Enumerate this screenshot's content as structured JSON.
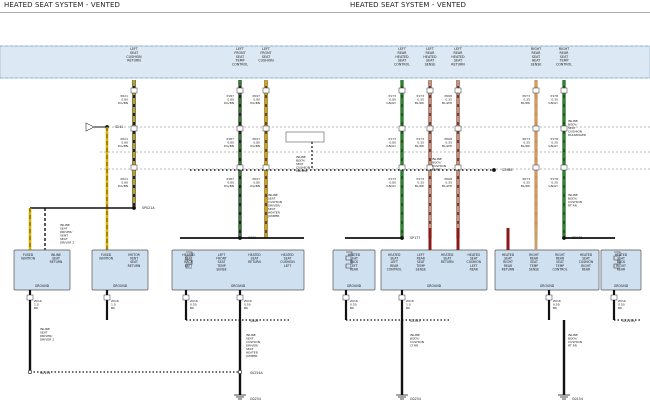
{
  "title_left": "HEATED SEAT SYSTEM - VENTED",
  "title_right": "HEATED SEAT SYSTEM - VENTED",
  "colors": {
    "header_bg": "#dce8f4",
    "wire_black": "#111111",
    "wire_green": "#2a8a2a",
    "wire_yellow": "#d8b100",
    "wire_tan": "#c9a070",
    "wire_red": "#8a1a1a",
    "module_fill": "#cfe0f0",
    "module_stroke": "#555555"
  },
  "top_labels": [
    {
      "id": "lf-seat-cushion-return",
      "text": "LEFT\nSEAT\nCUSHION\nRETURN"
    },
    {
      "id": "lf-seat-temp-control",
      "text": "LEFT\nFRONT\nSEAT\nTEMP\nCONTROL"
    },
    {
      "id": "lf-seat-cushion",
      "text": "LEFT\nFRONT\nSEAT\nCUSHION"
    },
    {
      "id": "lr-seat-temp-control",
      "text": "LEFT\nREAR\nHEATED\nSEAT\nCONTROL"
    },
    {
      "id": "lr-seat-sense",
      "text": "LEFT\nREAR\nHEATED\nSEAT\nSENSE"
    },
    {
      "id": "lr-seat-return",
      "text": "LEFT\nREAR\nHEATED\nSEAT\nRETURN"
    },
    {
      "id": "rr-seat-sense",
      "text": "RIGHT\nREAR\nSEAT\nHEAT\nSENSE"
    },
    {
      "id": "rr-seat-control",
      "text": "RIGHT\nREAR\nSEAT\nTEMP\nCONTROL"
    }
  ],
  "wire_codes": [
    {
      "id": "c1",
      "text": "P021\n0.80\nDG/BN"
    },
    {
      "id": "c2",
      "text": "P187\n0.80\nDG/BN"
    },
    {
      "id": "c3",
      "text": "P097\n0.80\nOG/BN"
    },
    {
      "id": "c4",
      "text": "P173\n0.80\nGN/GY"
    },
    {
      "id": "c5",
      "text": "P173\n0.35\nBL/RD"
    },
    {
      "id": "c6",
      "text": "P068\n0.35\nBL/WH"
    },
    {
      "id": "c7",
      "text": "P073\n0.35\nBL/RD"
    },
    {
      "id": "c8",
      "text": "P178\n0.35\nGN/GY"
    }
  ],
  "splices": [
    {
      "id": "s241",
      "text": "S241"
    },
    {
      "id": "sp021a",
      "text": "SP021A"
    },
    {
      "id": "s021",
      "text": "S021"
    },
    {
      "id": "s2988",
      "text": "S2988"
    },
    {
      "id": "sp177",
      "text": "SP177"
    },
    {
      "id": "sp178",
      "text": "SP178"
    }
  ],
  "inline_notes": [
    {
      "id": "n1",
      "text": "INLINE\nBODY/\nSEAT\nCUSHION\nDRIVER"
    },
    {
      "id": "n2",
      "text": "INLINE\nSEAT\nCUSHION\nDRIVER/\nSEAT\nHEATER\nJUMPER"
    },
    {
      "id": "n3",
      "text": "INLINE\nBODY/\nCUSHION\nLT RR"
    },
    {
      "id": "n4",
      "text": "INLINE\nBODY/\nCUSHION\nRT RR"
    },
    {
      "id": "n5",
      "text": "INLINE\nBODY/\nSEAT\nCUSHION\nPASSENGER"
    },
    {
      "id": "n6",
      "text": "INLINE\nSEAT\nDRIVER/\nVENT\nSEAT\nDRIVER 2"
    },
    {
      "id": "n7",
      "text": "INLINE\nSEAT\nDRIVER/\nDRIVER 2"
    },
    {
      "id": "n8",
      "text": "INLINE\nSEAT\nCUSHION\nDRIVER/\nSEAT\nHEATER\nJUMPER"
    },
    {
      "id": "n9",
      "text": "INLINE\nBODY/\nCUSHION\nLT RR"
    },
    {
      "id": "n10",
      "text": "INLINE\nBODY/\nCUSHION\nRT RR"
    }
  ],
  "modules": [
    {
      "id": "m1",
      "pins": [
        "FUSED\nIGNITION",
        "INLINE\nSEAT\nRETURN"
      ],
      "ground": "GROUND"
    },
    {
      "id": "m2",
      "pins": [
        "FUSED\nIGNITION",
        "MOTOR\nVENT\nSEAT\nRETURN"
      ],
      "ground": "GROUND"
    },
    {
      "id": "m3",
      "pins": [
        "HEATED\nSEAT\nBACK\nLEFT",
        "LEFT\nFRONT\nSEAT\nTEMP\nSENSE",
        "HEATED\nSEAT\nRETURN",
        "HEATED\nSEAT\nCUSHION\nLEFT"
      ],
      "ground": "GROUND"
    },
    {
      "id": "m4",
      "pins": [
        "HEATED\nSEAT\nBACK\nLEFT\nREAR"
      ],
      "ground": "GROUND"
    },
    {
      "id": "m5",
      "pins": [
        "HEATED\nSEAT\nLEFT\nREAR\nCONTROL",
        "LEFT\nREAR\nSEAT\nTEMP\nSENSE",
        "HEATED\nSEAT\nRETURN",
        "HEATED\nSEAT\nCUSHION\nLEFT\nREAR"
      ],
      "ground": "GROUND"
    },
    {
      "id": "m6",
      "pins": [
        "HEATED\nSEAT\nRIGHT\nREAR\nRETURN",
        "RIGHT\nREAR\nSEAT\nTEMP\nSENSE",
        "RIGHT\nREAR\nSEAT\nTEMP\nCONTROL",
        "HEATED\nSEAT\nCUSHION\nRIGHT\nREAR"
      ],
      "ground": "GROUND"
    },
    {
      "id": "m7",
      "pins": [
        "HEATED\nSEAT\nBACK\nRIGHT\nREAR"
      ],
      "ground": "GROUND"
    }
  ],
  "grounds": [
    {
      "id": "g1",
      "text": "Z016\n1.0\nBK"
    },
    {
      "id": "g2",
      "text": "Z016\n1.0\nBK"
    },
    {
      "id": "g3",
      "text": "Z016\n0.50\nBK"
    },
    {
      "id": "g4",
      "text": "Z016\n0.50\nBK"
    },
    {
      "id": "g5",
      "text": "Z016\n0.50\nBK"
    },
    {
      "id": "g6",
      "text": "Z016\n1.0\nBK"
    },
    {
      "id": "g7",
      "text": "Z016\n0.50\nBK"
    },
    {
      "id": "g8",
      "text": "Z016\n0.50\nBK"
    }
  ],
  "bottom_labels": [
    {
      "id": "b1",
      "text": "G0254"
    },
    {
      "id": "b2",
      "text": "S0254A"
    },
    {
      "id": "b3",
      "text": "G0254"
    },
    {
      "id": "b4",
      "text": "G0154"
    },
    {
      "id": "b5",
      "text": "S2323"
    },
    {
      "id": "b6",
      "text": "S2515A"
    },
    {
      "id": "b7",
      "text": "S0154"
    },
    {
      "id": "b8",
      "text": "S003"
    }
  ]
}
